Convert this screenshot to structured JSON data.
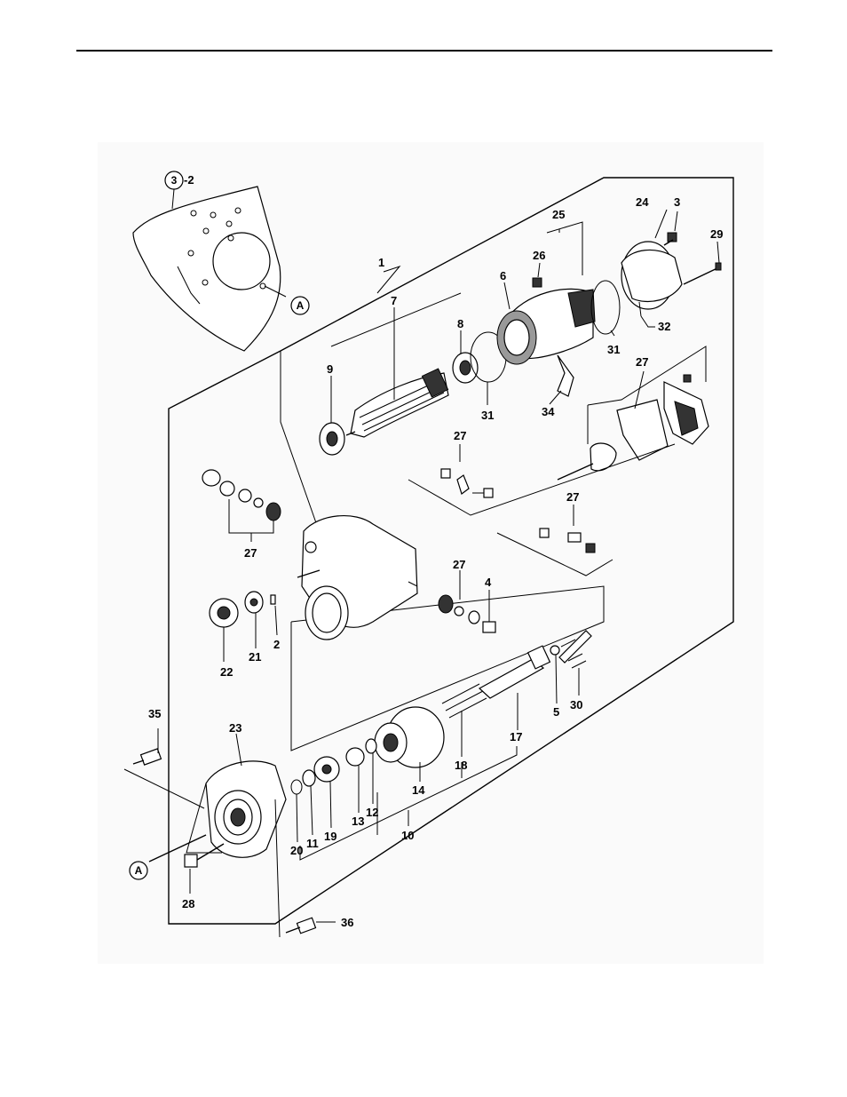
{
  "callouts": [
    {
      "id": "1",
      "text": "1"
    },
    {
      "id": "2",
      "text": "2"
    },
    {
      "id": "3",
      "text": "3"
    },
    {
      "id": "4",
      "text": "4"
    },
    {
      "id": "5",
      "text": "5"
    },
    {
      "id": "6",
      "text": "6"
    },
    {
      "id": "7",
      "text": "7"
    },
    {
      "id": "8",
      "text": "8"
    },
    {
      "id": "9",
      "text": "9"
    },
    {
      "id": "10",
      "text": "10"
    },
    {
      "id": "11",
      "text": "11"
    },
    {
      "id": "12",
      "text": "12"
    },
    {
      "id": "13",
      "text": "13"
    },
    {
      "id": "14",
      "text": "14"
    },
    {
      "id": "17",
      "text": "17"
    },
    {
      "id": "18",
      "text": "18"
    },
    {
      "id": "19",
      "text": "19"
    },
    {
      "id": "20",
      "text": "20"
    },
    {
      "id": "21",
      "text": "21"
    },
    {
      "id": "22",
      "text": "22"
    },
    {
      "id": "23",
      "text": "23"
    },
    {
      "id": "24",
      "text": "24"
    },
    {
      "id": "25",
      "text": "25"
    },
    {
      "id": "26",
      "text": "26"
    },
    {
      "id": "27a",
      "text": "27"
    },
    {
      "id": "27b",
      "text": "27"
    },
    {
      "id": "27c",
      "text": "27"
    },
    {
      "id": "27d",
      "text": "27"
    },
    {
      "id": "27e",
      "text": "27"
    },
    {
      "id": "28",
      "text": "28"
    },
    {
      "id": "29",
      "text": "29"
    },
    {
      "id": "30",
      "text": "30"
    },
    {
      "id": "31a",
      "text": "31"
    },
    {
      "id": "31b",
      "text": "31"
    },
    {
      "id": "32",
      "text": "32"
    },
    {
      "id": "34",
      "text": "34"
    },
    {
      "id": "35",
      "text": "35"
    },
    {
      "id": "36",
      "text": "36"
    }
  ],
  "reference_marks": {
    "top_ref_number": "3",
    "top_ref_suffix": "-2",
    "ref_a_top": "A",
    "ref_a_bottom": "A"
  }
}
